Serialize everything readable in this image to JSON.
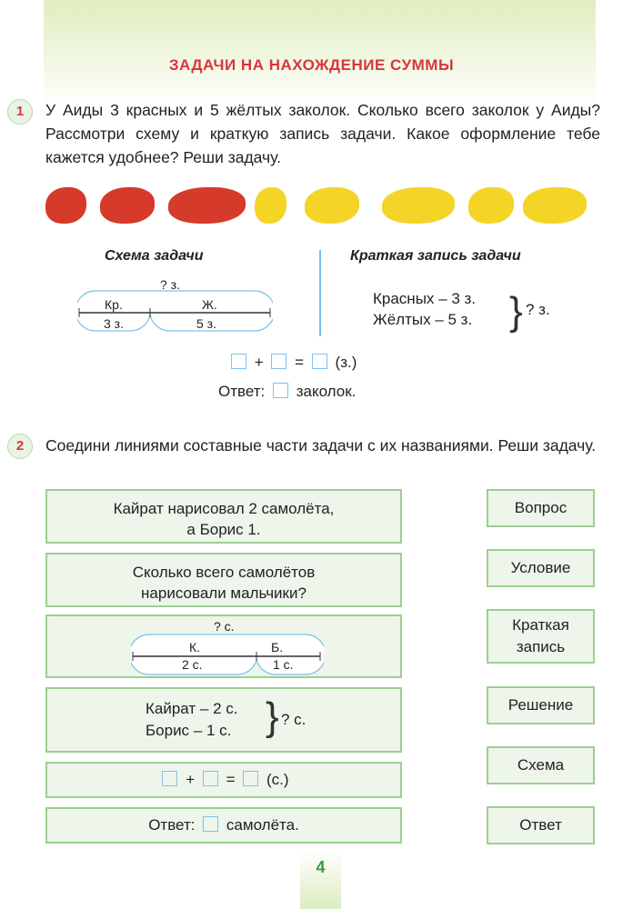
{
  "title": "ЗАДАЧИ НА НАХОЖДЕНИЕ СУММЫ",
  "task1": {
    "number": "1",
    "text": "У Аиды 3 красных и 5 жёлтых заколок. Сколько всего заколок у Аиды? Рассмотри схему и краткую запись задачи. Какое оформление тебе кажется удобнее? Реши задачу.",
    "clips": {
      "red": "#d63a2a",
      "yellow": "#f5d428",
      "red_count": 3,
      "yellow_count": 5
    },
    "scheme_heading": "Схема задачи",
    "short_heading": "Краткая запись задачи",
    "scheme": {
      "total": "? з.",
      "part1_label": "Кр.",
      "part1_value": "3 з.",
      "part2_label": "Ж.",
      "part2_value": "5 з."
    },
    "short": {
      "line1": "Красных – 3 з.",
      "line2": "Жёлтых – 5 з.",
      "total": "? з."
    },
    "eq_plus": "+",
    "eq_equals": "=",
    "eq_unit": "(з.)",
    "answer_prefix": "Ответ:",
    "answer_suffix": "заколок."
  },
  "task2": {
    "number": "2",
    "text": "Соедини линиями составные части задачи с их названиями. Реши задачу.",
    "box1": "Кайрат нарисовал 2 самолёта, а Борис 1.",
    "box2": "Сколько всего самолётов нарисовали мальчики?",
    "scheme": {
      "total": "? с.",
      "part1_label": "К.",
      "part1_value": "2 с.",
      "part2_label": "Б.",
      "part2_value": "1 с."
    },
    "short": {
      "line1": "Кайрат – 2 с.",
      "line2": "Борис – 1 с.",
      "total": "? с."
    },
    "eq_plus": "+",
    "eq_equals": "=",
    "eq_unit": "(с.)",
    "answer_prefix": "Ответ:",
    "answer_suffix": "самолёта.",
    "names": [
      "Вопрос",
      "Условие",
      "Краткая запись",
      "Решение",
      "Схема",
      "Ответ"
    ]
  },
  "page_number": "4"
}
